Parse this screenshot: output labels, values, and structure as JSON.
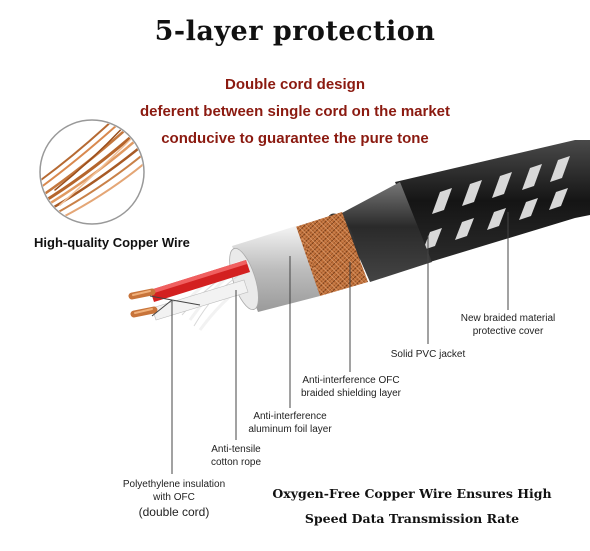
{
  "title": "5-layer protection",
  "subtitle_lines": [
    "Double cord design",
    "deferent between single cord on the market",
    "conducive to guarantee the pure tone"
  ],
  "copper_wire_label": "High-quality Copper Wire",
  "layers": {
    "braided_cover": [
      "New braided material",
      "protective cover"
    ],
    "pvc_jacket": [
      "Solid PVC jacket"
    ],
    "ofc_shield": [
      "Anti-interference OFC",
      "braided shielding layer"
    ],
    "aluminum_foil": [
      "Anti-interference",
      "aluminum foil layer"
    ],
    "cotton_rope": [
      "Anti-tensile",
      "cotton rope"
    ],
    "polyethylene": [
      "Polyethylene insulation",
      "with OFC",
      "(double cord)"
    ]
  },
  "bottom_text": [
    "Oxygen-Free Copper Wire Ensures High",
    "Speed Data Transmission Rate"
  ],
  "colors": {
    "subtitle": "#8b1a10",
    "copper": "#c8743a",
    "jacket": "#1a1a1a",
    "braid": "#e8e8e8",
    "red_wire": "#d32020"
  },
  "icons": {
    "copper_strands": "copper-strands-icon",
    "cable": "cable-cross-section-icon"
  }
}
